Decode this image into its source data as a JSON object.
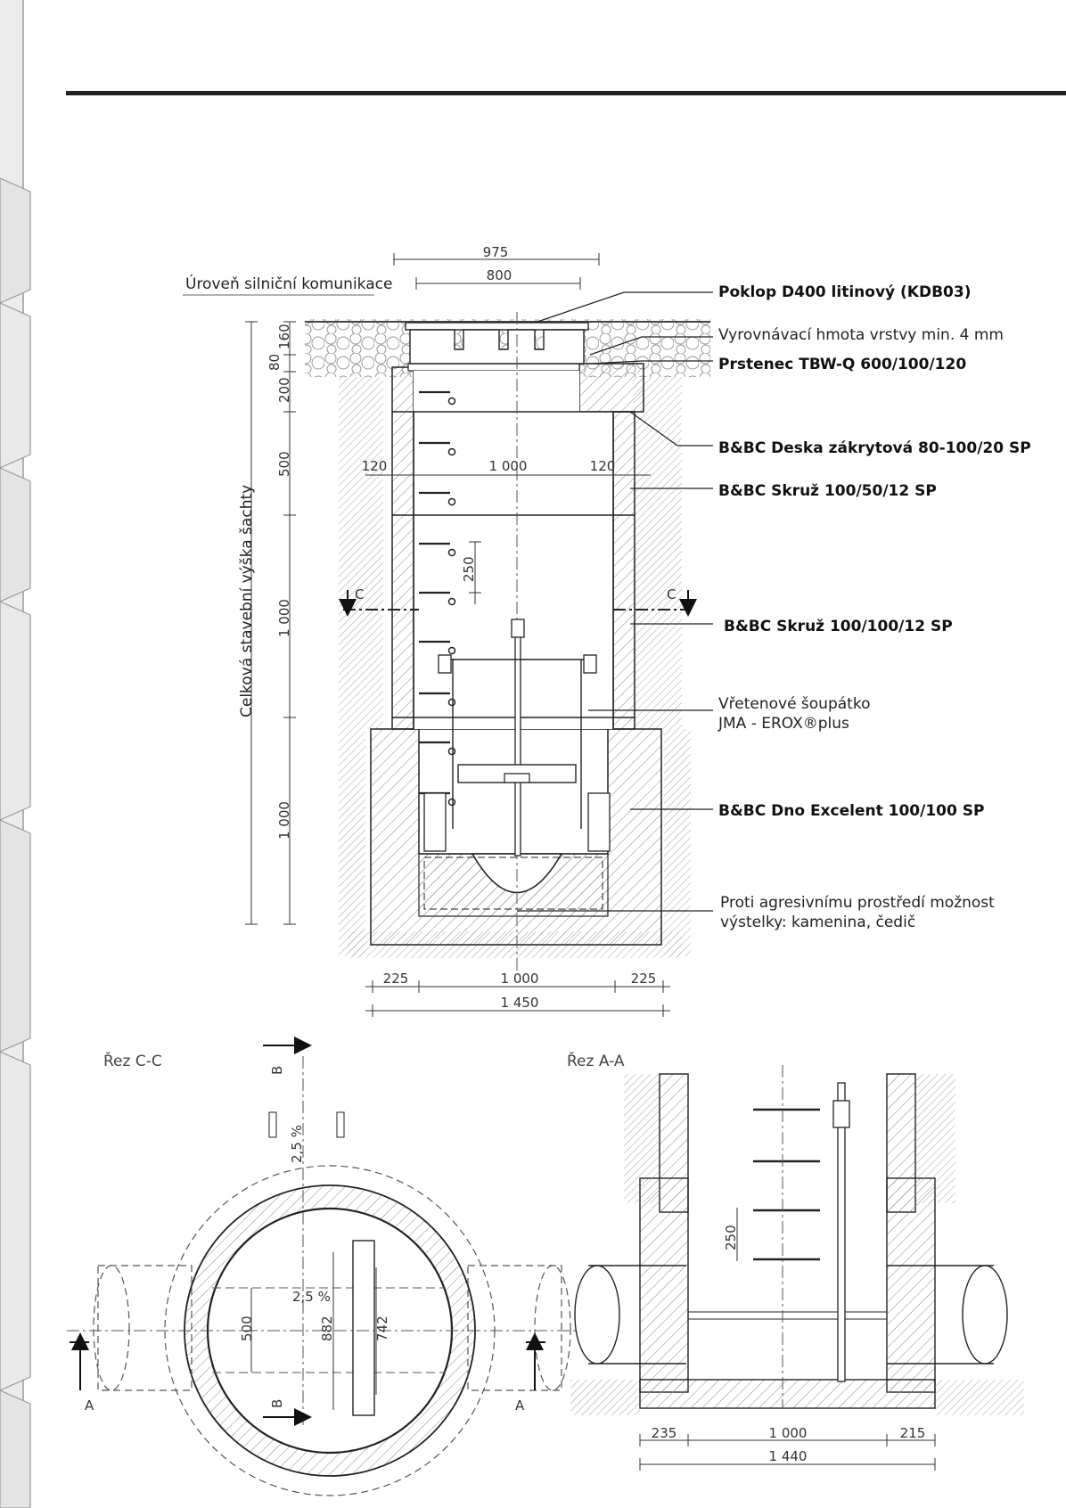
{
  "labels": {
    "road_level": "Úroveň silniční komunikace",
    "total_height": "Celková stavební výška šachty",
    "poklop": "Poklop D400 litinový (KDB03)",
    "vyrovnavaci": "Vyrovnávací hmota vrstvy min. 4 mm",
    "prstenec": "Prstenec TBW-Q 600/100/120",
    "deska": "B&BC Deska zákrytová 80-100/20 SP",
    "skruz50": "B&BC Skruž 100/50/12 SP",
    "skruz100": "B&BC Skruž 100/100/12 SP",
    "soupatko_1": "Vřetenové šoupátko",
    "soupatko_2": "JMA - EROX®plus",
    "dno": "B&BC Dno Excelent 100/100 SP",
    "vystelka_1": "Proti agresivnímu prostředí možnost",
    "vystelka_2": "výstelky: kamenina, čedič"
  },
  "dims_top": {
    "d975": "975",
    "d800": "800",
    "h160": "160",
    "h80": "80",
    "h200": "200",
    "h500": "500",
    "h1000a": "1 000",
    "h1000b": "1 000",
    "w120l": "120",
    "w1000": "1 000",
    "w120r": "120",
    "h250": "250",
    "b225l": "225",
    "b1000": "1 000",
    "b225r": "225",
    "b1450": "1 450"
  },
  "section_markers": {
    "c_left": "C",
    "c_right": "C",
    "a_left": "A",
    "a_right": "A",
    "b_top": "B",
    "b_bottom": "B"
  },
  "section_cc": {
    "title": "Řez C-C",
    "d500": "500",
    "d882": "882",
    "d742": "742",
    "slope_top": "2,5 %",
    "slope_bottom": "2,5 %"
  },
  "section_aa": {
    "title": "Řez A-A",
    "d250": "250",
    "d235": "235",
    "d1000": "1 000",
    "d215": "215",
    "d1440": "1 440"
  },
  "colors": {
    "line": "#222222",
    "hatch": "#8a8a8a",
    "sidebar": "#e8e8e8",
    "sidebar_line": "#9a9a9a"
  }
}
